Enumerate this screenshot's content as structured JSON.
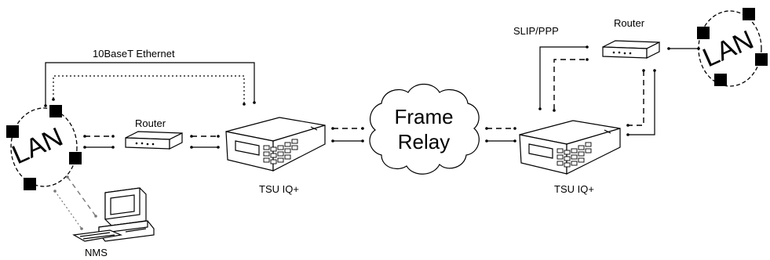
{
  "labels": {
    "ethernet": "10BaseT Ethernet",
    "slip_ppp": "SLIP/PPP",
    "router_left": "Router",
    "router_right": "Router",
    "tsu_left": "TSU IQ+",
    "tsu_right": "TSU IQ+",
    "nms": "NMS",
    "lan_left": "LAN",
    "lan_right": "LAN",
    "cloud_line1": "Frame",
    "cloud_line2": "Relay"
  }
}
